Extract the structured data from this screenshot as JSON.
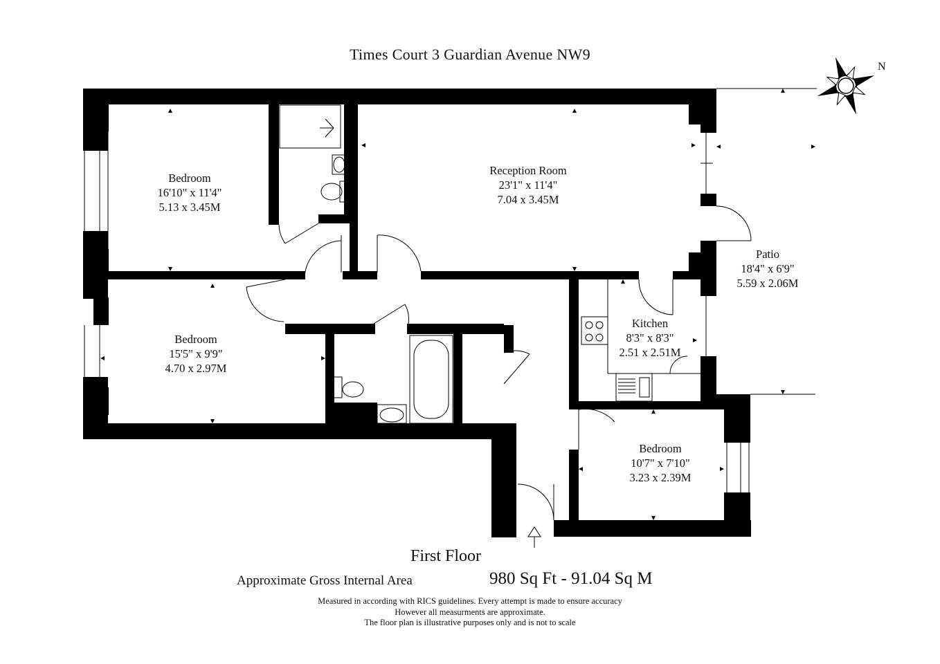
{
  "title": "Times Court 3 Guardian Avenue NW9",
  "compass_label": "N",
  "rooms": [
    {
      "name": "Bedroom",
      "imperial": "16'10\" x 11'4\"",
      "metric": "5.13 x 3.45M"
    },
    {
      "name": "Reception Room",
      "imperial": "23'1\" x 11'4\"",
      "metric": "7.04 x 3.45M"
    },
    {
      "name": "Patio",
      "imperial": "18'4\" x 6'9\"",
      "metric": "5.59 x 2.06M"
    },
    {
      "name": "Bedroom",
      "imperial": "15'5\" x 9'9\"",
      "metric": "4.70 x 2.97M"
    },
    {
      "name": "Kitchen",
      "imperial": "8'3\" x 8'3\"",
      "metric": "2.51 x 2.51M"
    },
    {
      "name": "Bedroom",
      "imperial": "10'7\" x 7'10\"",
      "metric": "3.23 x 2.39M"
    }
  ],
  "floor_label": "First Floor",
  "gross_area_label": "Approximate Gross Internal Area",
  "gross_area_value": "980 Sq Ft - 91.04 Sq M",
  "disclaimer": [
    "Measured in according with RICS guidelines. Every attempt is made to ensure accuracy",
    "However all measurments are approximate.",
    "The floor plan is illustrative purposes only and is not to scale"
  ],
  "colors": {
    "wall": "#000000",
    "line": "#000000",
    "background": "#ffffff"
  }
}
